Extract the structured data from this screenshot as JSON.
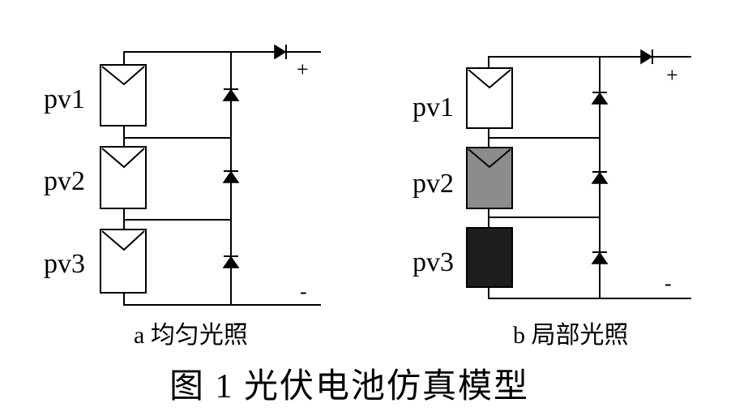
{
  "figure": {
    "caption": "图 1    光伏电池仿真模型"
  },
  "circuits": [
    {
      "sublabel": "a  均匀光照",
      "plus": "+",
      "minus": "-",
      "panels": [
        {
          "label": "pv1",
          "shading": "none",
          "color": "#ffffff"
        },
        {
          "label": "pv2",
          "shading": "none",
          "color": "#ffffff"
        },
        {
          "label": "pv3",
          "shading": "none",
          "color": "#ffffff"
        }
      ]
    },
    {
      "sublabel": "b  局部光照",
      "plus": "+",
      "minus": "-",
      "panels": [
        {
          "label": "pv1",
          "shading": "none",
          "color": "#ffffff"
        },
        {
          "label": "pv2",
          "shading": "partial",
          "color": "#8c8c8c"
        },
        {
          "label": "pv3",
          "shading": "full",
          "color": "#1e1e1e"
        }
      ]
    }
  ]
}
